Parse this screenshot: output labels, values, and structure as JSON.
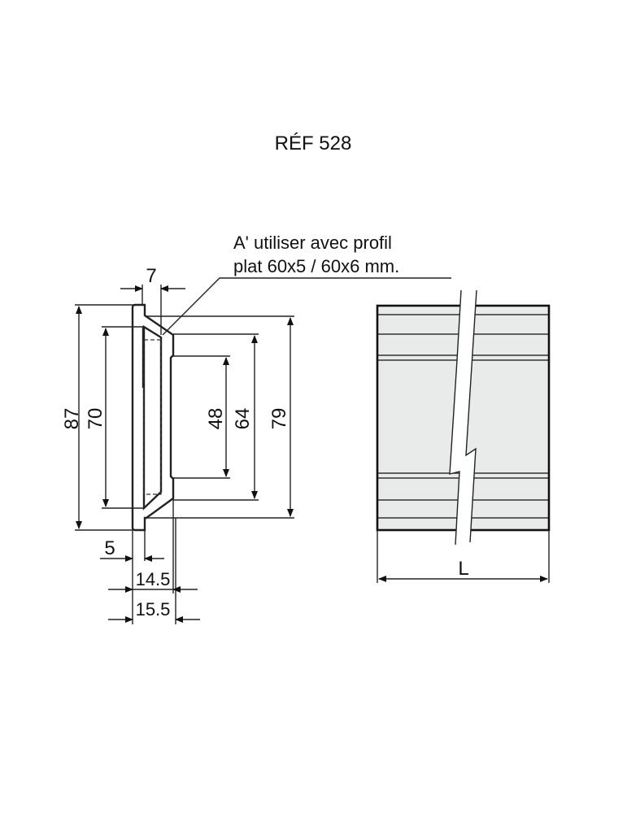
{
  "title": "RÉF 528",
  "note": {
    "line1": "A' utiliser avec profil",
    "line2": "plat 60x5 / 60x6 mm."
  },
  "section_dimensions": {
    "overall_height": "87",
    "inner_height": "70",
    "web_48": "48",
    "web_64": "64",
    "web_79": "79",
    "top_width": "7",
    "flange": "5",
    "depth_1": "14.5",
    "depth_2": "15.5"
  },
  "side_view": {
    "length_label": "L"
  },
  "colors": {
    "line": "#222222",
    "fill": "#e9eaea"
  }
}
